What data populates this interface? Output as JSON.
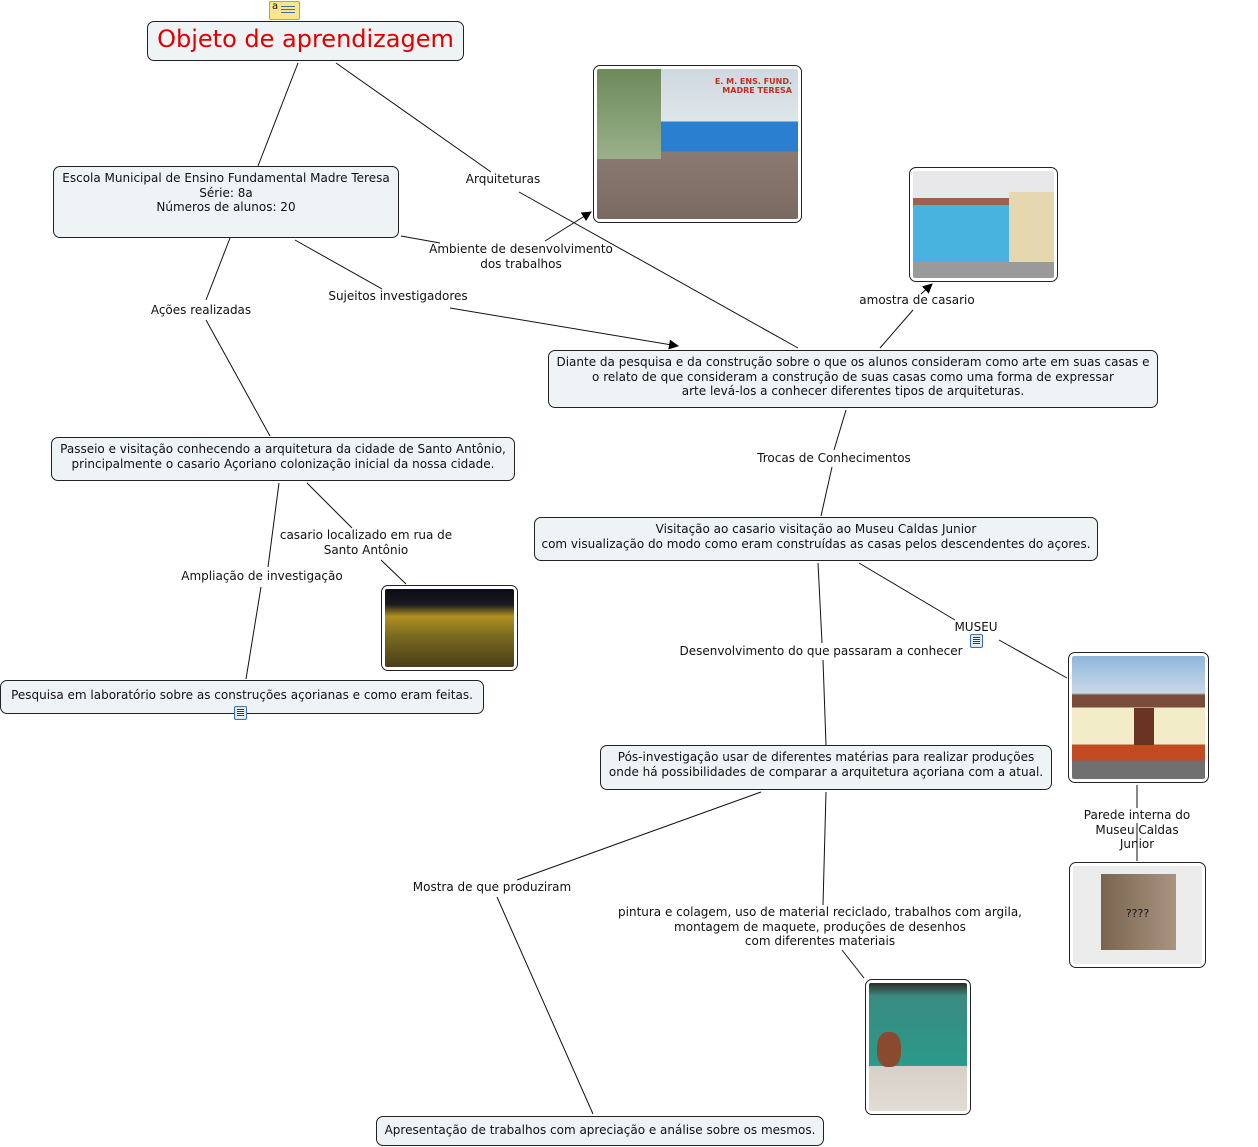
{
  "map": {
    "title_node": "Objeto de aprendizagem",
    "title_color": "#e00000",
    "title_icon": "annotation-note-icon",
    "concepts": {
      "escola": "Escola Municipal de Ensino Fundamental Madre Teresa\nSérie: 8a\nNúmeros de alunos: 20",
      "diante": "Diante da pesquisa e da construção sobre o que os alunos consideram como arte em suas casas e\no relato de que consideram a construção de suas casas como uma forma de expressar\narte levá-los a conhecer diferentes tipos de arquiteturas.",
      "passeio": "Passeio e visitação conhecendo a arquitetura da cidade de Santo Antônio,\nprincipalmente o casario Açoriano colonização inicial da nossa cidade.",
      "visitacao": "Visitação ao casario visitação ao Museu Caldas Junior\ncom visualização do modo como eram construídas as casas pelos descendentes do açores.",
      "pesquisa": "Pesquisa em laboratório sobre  as construções açorianas e como eram feitas.",
      "pos": "Pós-investigação usar de diferentes matérias para realizar produções\nonde há possibilidades de comparar a arquitetura açoriana com a atual.",
      "apresentacao": "Apresentação de trabalhos com apreciação e análise sobre os mesmos."
    },
    "link_labels": {
      "arquiteturas": "Arquiteturas",
      "ambiente": "Ambiente de desenvolvimento\ndos trabalhos",
      "sujeitos": "Sujeitos investigadores",
      "acoes": "Ações realizadas",
      "amostra": "amostra de casario",
      "trocas": "Trocas de Conhecimentos",
      "casario_rua": "casario localizado em rua de\nSanto Antônio",
      "ampliacao": "Ampliação de investigação",
      "museu": "MUSEU",
      "desenvolvimento": "Desenvolvimento do que passaram a conhecer",
      "parede": "Parede interna do Museu Caldas Junior",
      "mostra": "Mostra de que produziram",
      "pintura": "pintura e colagem, uso de material reciclado, trabalhos com argila,\nmontagem de maquete, produções de desenhos\ncom diferentes materiais"
    },
    "images": {
      "school_sign": "E. M. ENS. FUND. MADRE TERESA",
      "wall_caption": "????"
    }
  }
}
